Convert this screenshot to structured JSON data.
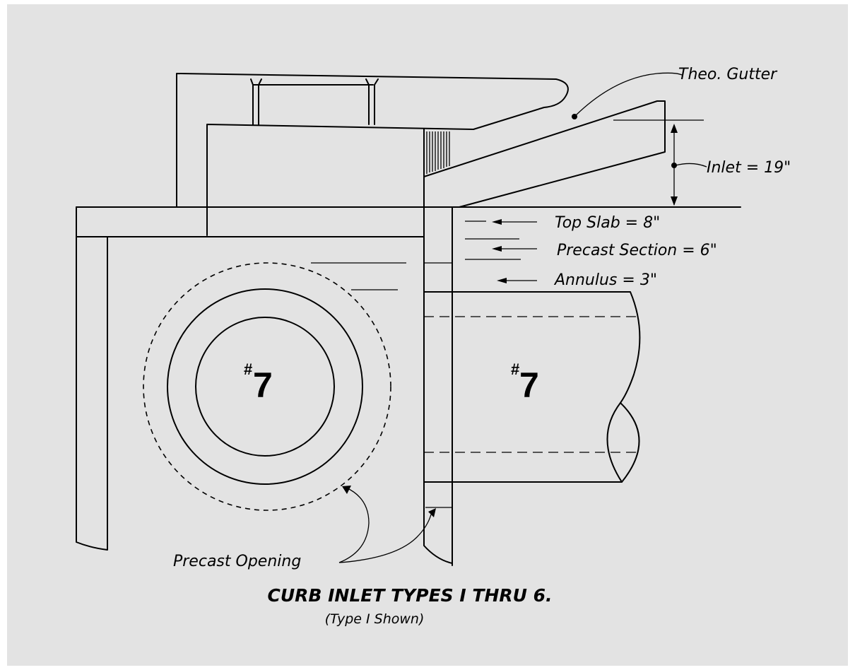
{
  "labels": {
    "theo_gutter": "Theo. Gutter",
    "inlet": "Inlet = 19\"",
    "top_slab": "Top Slab = 8\"",
    "precast_section": "Precast Section = 6\"",
    "annulus": "Annulus = 3\"",
    "precast_opening": "Precast Opening"
  },
  "markers": {
    "pipe_number_hash": "#",
    "pipe_number_left": "7",
    "pipe_number_right": "7"
  },
  "caption": {
    "title": "CURB INLET TYPES I THRU 6.",
    "subtitle": "(Type I Shown)"
  },
  "colors": {
    "background": "#e3e3e3",
    "line": "#000000"
  }
}
